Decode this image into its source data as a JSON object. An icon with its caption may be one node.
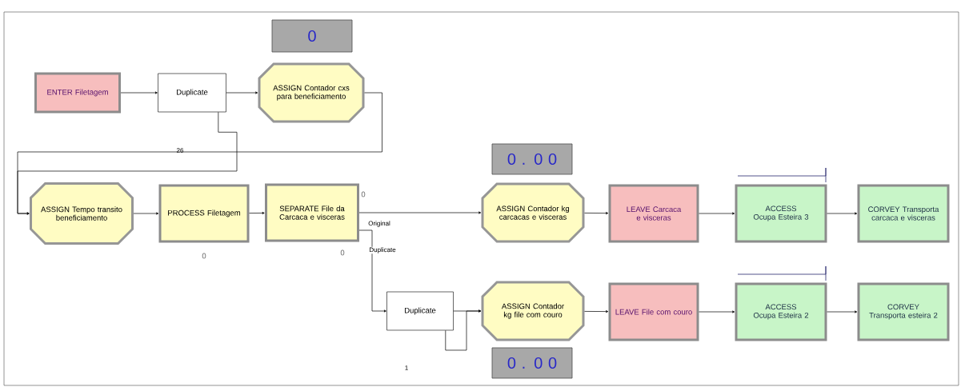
{
  "diagram": {
    "nodes": [
      {
        "text": [
          "0"
        ]
      },
      {
        "text": [
          "ENTER Filetagem"
        ]
      },
      {
        "text": [
          "Duplicate"
        ]
      },
      {
        "text": [
          "ASSIGN Contador cxs para beneficiamento"
        ]
      },
      {
        "text": [
          "0 . 0 0"
        ]
      },
      {
        "text": [
          "ASSIGN Tempo transito beneficiamento"
        ]
      },
      {
        "text": [
          "PROCESS Filetagem"
        ],
        "beside": [
          "0"
        ]
      },
      {
        "text": [
          "SEPARATE File da Carcaca e visceras"
        ],
        "beside": [
          "0",
          "0"
        ]
      },
      {
        "text": [
          "ASSIGN Contador kg carcacas e visceras"
        ]
      },
      {
        "text": [
          "LEAVE Carcaca e visceras"
        ]
      },
      {
        "text": [
          "ACCESS Ocupa Esteira 3"
        ]
      },
      {
        "text": [
          "CORVEY Transporta carcaca e visceras"
        ]
      },
      {
        "text": [
          "Duplicate"
        ]
      },
      {
        "text": [
          "ASSIGN Contador kg file com couro"
        ]
      },
      {
        "text": [
          "0 . 0 0"
        ]
      },
      {
        "text": [
          "LEAVE File com couro"
        ]
      },
      {
        "text": [
          "ACCESS Ocupa Esteira 2"
        ]
      },
      {
        "text": [
          "CORVEY Transporta esteira 2"
        ]
      }
    ],
    "edges": [
      {
        "from": 1,
        "to": 2,
        "arrow": "to"
      },
      {
        "from": 2,
        "to": 3,
        "arrow": "to"
      },
      {
        "from": 3,
        "to": 5,
        "arrow": "to"
      },
      {
        "from": 2,
        "to": 5,
        "arrow": "to"
      },
      {
        "from": 5,
        "to": 6,
        "arrow": "to"
      },
      {
        "from": 6,
        "to": 7,
        "arrow": "to"
      },
      {
        "from": 7,
        "to": 8,
        "arrow": "to",
        "label": "Original"
      },
      {
        "from": 7,
        "to": 12,
        "arrow": "to",
        "label": "Duplicate"
      },
      {
        "from": 12,
        "to": 13,
        "arrow": "to"
      },
      {
        "from": 12,
        "to": 13,
        "arrow": "to"
      },
      {
        "from": 8,
        "to": 9,
        "arrow": "to"
      },
      {
        "from": 9,
        "to": 10,
        "arrow": "to"
      },
      {
        "from": 10,
        "to": 11,
        "arrow": "to"
      },
      {
        "from": 13,
        "to": 15,
        "arrow": "to"
      },
      {
        "from": 15,
        "to": 16,
        "arrow": "to"
      },
      {
        "from": 16,
        "to": 17,
        "arrow": "to"
      }
    ],
    "labels": [
      "26",
      "1"
    ]
  }
}
